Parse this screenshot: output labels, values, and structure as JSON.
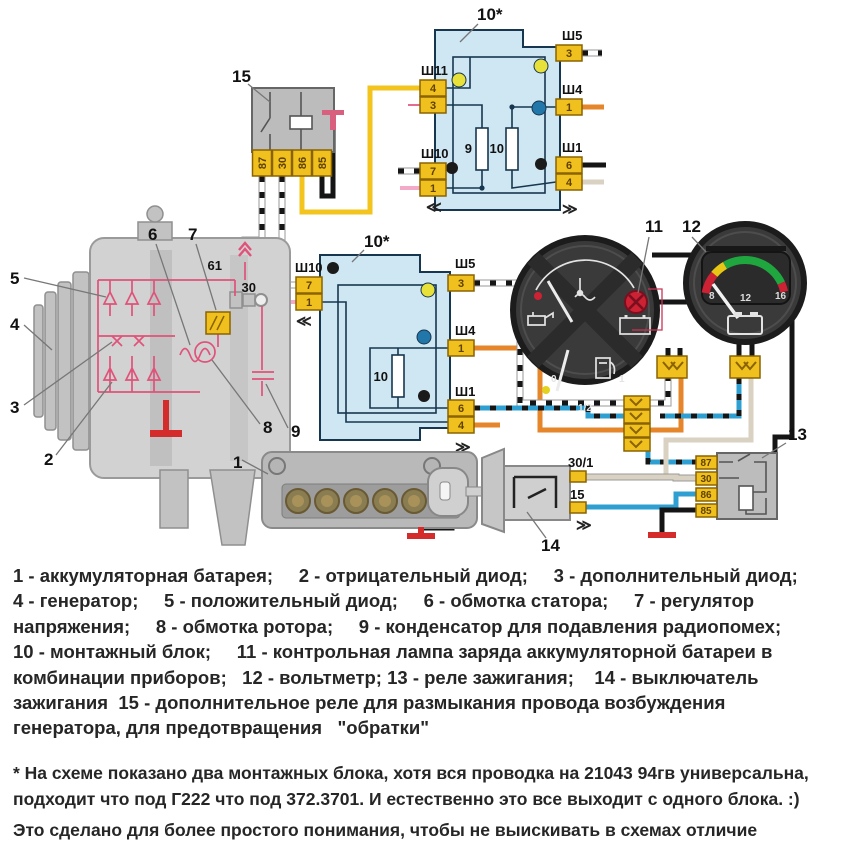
{
  "colors": {
    "block_fill": "#cfe7f3",
    "connector_yellow": "#f0c01f",
    "wire_yellow": "#f2c41d",
    "wire_pink": "#f2aac6",
    "wire_orange": "#e5862b",
    "wire_blue": "#2e9fd0",
    "schematic_pink": "#e0527a",
    "ground_red": "#d42b2b",
    "gauge_body": "#3a3a3a"
  },
  "relay15": {
    "label": "15",
    "pins": [
      "87",
      "30",
      "86",
      "85"
    ]
  },
  "relay13": {
    "label": "13",
    "pins": [
      "87",
      "30",
      "86",
      "85"
    ]
  },
  "block_top": {
    "label": "10*",
    "sh11": "Ш11",
    "sh11_pins": [
      "4",
      "3"
    ],
    "sh10": "Ш10",
    "sh10_pins": [
      "7",
      "1"
    ],
    "sh5": "Ш5",
    "sh5_pin": "3",
    "sh4": "Ш4",
    "sh4_pin": "1",
    "sh1": "Ш1",
    "sh1_pins": [
      "6",
      "4"
    ],
    "fuse_left": "9",
    "fuse_right": "10"
  },
  "block_mid": {
    "label": "10*",
    "sh10": "Ш10",
    "sh10_pins": [
      "7",
      "1"
    ],
    "sh5": "Ш5",
    "sh5_pin": "3",
    "sh4": "Ш4",
    "sh4_pin": "1",
    "sh1": "Ш1",
    "sh1_pins": [
      "6",
      "4"
    ],
    "fuse": "10"
  },
  "generator": {
    "t61": "61",
    "t30": "30"
  },
  "callouts": {
    "c1": "1",
    "c2": "2",
    "c3": "3",
    "c4": "4",
    "c5": "5",
    "c6": "6",
    "c7": "7",
    "c8": "8",
    "c9": "9"
  },
  "cluster": {
    "label": "11",
    "fuel_0": "0",
    "fuel_half": "1/2",
    "fuel_1": "1"
  },
  "voltmeter": {
    "label": "12",
    "t8": "8",
    "t12": "12",
    "t16": "16"
  },
  "switch": {
    "label": "14",
    "t301": "30/1",
    "t15": "15"
  },
  "legend": {
    "lines": [
      "1 - аккумуляторная батарея;     2 - отрицательный диод;     3 - дополнительный диод;",
      "4 - генератор;     5 - положительный диод;     6 - обмотка статора;     7 - регулятор",
      "напряжения;     8 - обмотка ротора;     9 - конденсатор для подавления радиопомех;",
      "10 - монтажный блок;     11 - контрольная лампа заряда аккумуляторной батареи в",
      "комбинации приборов;   12 - вольтметр; 13 - реле зажигания;    14 - выключатель",
      "зажигания  15 - дополнительное реле для размыкания провода возбуждения",
      "генератора, для предотвращения   \"обратки\""
    ]
  },
  "footnote": {
    "lines": [
      "* На схеме показано два монтажных блока, хотя вся проводка на 21043 94гв универсальна,",
      "подходит что под Г222 что под 372.3701. И естественно это все выходит с одного блока. :)",
      "Это сделано для более простого понимания, чтобы не выискивать в схемах отличие"
    ]
  }
}
